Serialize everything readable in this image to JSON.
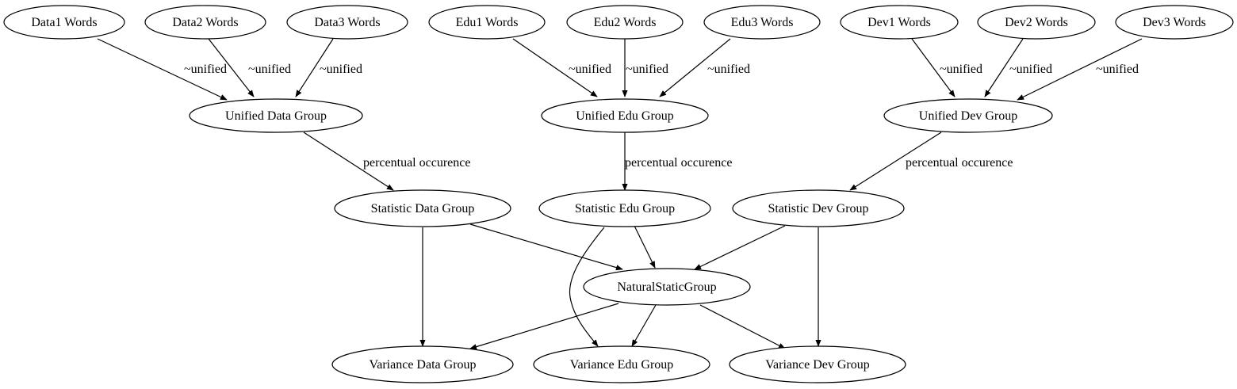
{
  "nodes": {
    "data1": "Data1 Words",
    "data2": "Data2 Words",
    "data3": "Data3 Words",
    "edu1": "Edu1 Words",
    "edu2": "Edu2 Words",
    "edu3": "Edu3 Words",
    "dev1": "Dev1 Words",
    "dev2": "Dev2 Words",
    "dev3": "Dev3 Words",
    "unified_data": "Unified Data Group",
    "unified_edu": "Unified Edu Group",
    "unified_dev": "Unified Dev Group",
    "statistic_data": "Statistic Data Group",
    "statistic_edu": "Statistic Edu Group",
    "statistic_dev": "Statistic Dev Group",
    "natural": "NaturalStaticGroup",
    "variance_data": "Variance Data Group",
    "variance_edu": "Variance Edu Group",
    "variance_dev": "Variance Dev Group"
  },
  "edges": [
    {
      "from": "data1",
      "to": "unified_data",
      "label": "~unified"
    },
    {
      "from": "data2",
      "to": "unified_data",
      "label": "~unified"
    },
    {
      "from": "data3",
      "to": "unified_data",
      "label": "~unified"
    },
    {
      "from": "edu1",
      "to": "unified_edu",
      "label": "~unified"
    },
    {
      "from": "edu2",
      "to": "unified_edu",
      "label": "~unified"
    },
    {
      "from": "edu3",
      "to": "unified_edu",
      "label": "~unified"
    },
    {
      "from": "dev1",
      "to": "unified_dev",
      "label": "~unified"
    },
    {
      "from": "dev2",
      "to": "unified_dev",
      "label": "~unified"
    },
    {
      "from": "dev3",
      "to": "unified_dev",
      "label": "~unified"
    },
    {
      "from": "unified_data",
      "to": "statistic_data",
      "label": "percentual occurence"
    },
    {
      "from": "unified_edu",
      "to": "statistic_edu",
      "label": "percentual occurence"
    },
    {
      "from": "unified_dev",
      "to": "statistic_dev",
      "label": "percentual occurence"
    },
    {
      "from": "statistic_data",
      "to": "natural",
      "label": ""
    },
    {
      "from": "statistic_edu",
      "to": "natural",
      "label": ""
    },
    {
      "from": "statistic_dev",
      "to": "natural",
      "label": ""
    },
    {
      "from": "statistic_data",
      "to": "variance_data",
      "label": ""
    },
    {
      "from": "statistic_edu",
      "to": "variance_edu",
      "label": ""
    },
    {
      "from": "statistic_dev",
      "to": "variance_dev",
      "label": ""
    },
    {
      "from": "natural",
      "to": "variance_data",
      "label": ""
    },
    {
      "from": "natural",
      "to": "variance_edu",
      "label": ""
    },
    {
      "from": "natural",
      "to": "variance_dev",
      "label": ""
    }
  ]
}
